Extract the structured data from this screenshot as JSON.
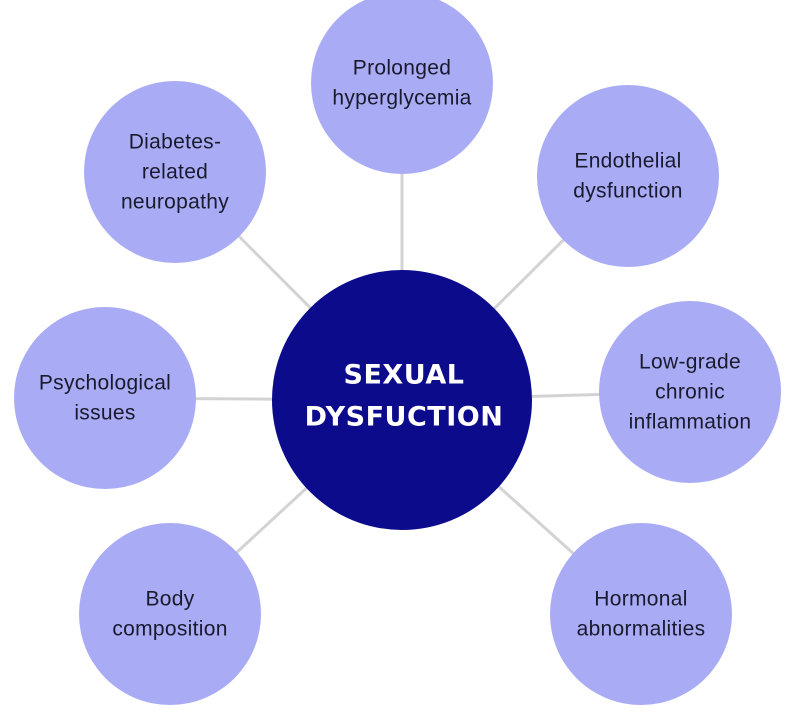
{
  "colors": {
    "center_fill": "#0b0b8c",
    "satellite_fill": "#a9acf4",
    "connector": "#d3d3d3",
    "center_text": "#ffffff",
    "satellite_text": "#1a1a2e"
  },
  "center": {
    "lines": [
      "SEXUAL",
      "DYSFUCTION"
    ]
  },
  "satellites": [
    {
      "id": "prolonged-hyperglycemia",
      "lines": [
        "Prolonged",
        "hyperglycemia"
      ]
    },
    {
      "id": "endothelial-dysfunction",
      "lines": [
        "Endothelial",
        "dysfunction"
      ]
    },
    {
      "id": "low-grade-chronic-inflammation",
      "lines": [
        "Low-grade",
        "chronic",
        "inflammation"
      ]
    },
    {
      "id": "hormonal-abnormalities",
      "lines": [
        "Hormonal",
        "abnormalities"
      ]
    },
    {
      "id": "body-composition",
      "lines": [
        "Body",
        "composition"
      ]
    },
    {
      "id": "psychological-issues",
      "lines": [
        "Psychological",
        "issues"
      ]
    },
    {
      "id": "diabetes-related-neuropathy",
      "lines": [
        "Diabetes-",
        "related",
        "neuropathy"
      ]
    }
  ]
}
